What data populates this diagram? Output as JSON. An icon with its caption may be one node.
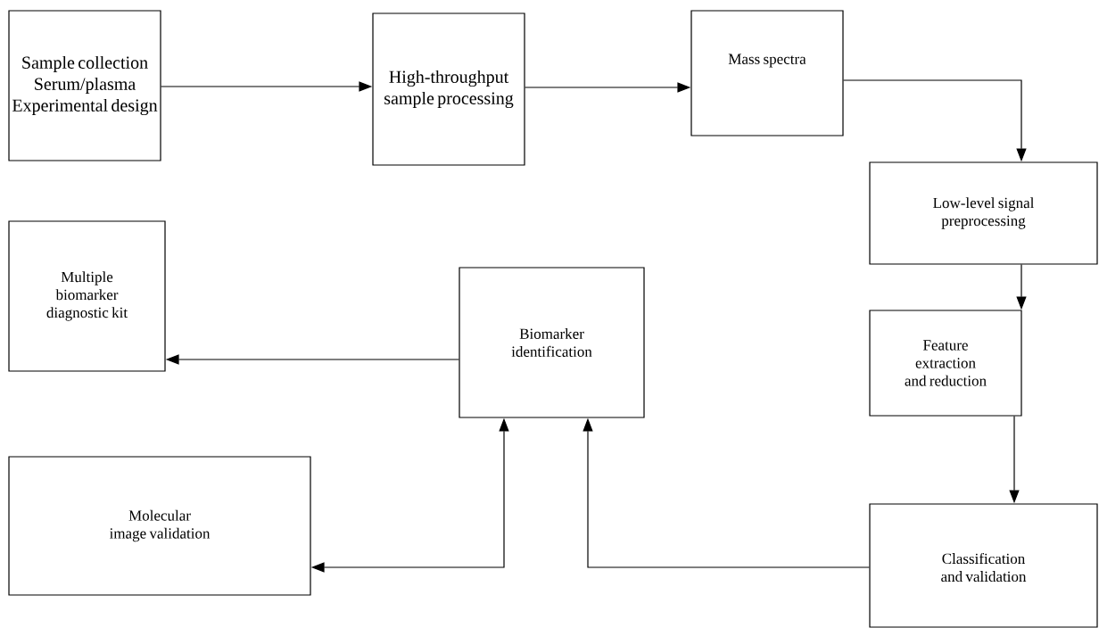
{
  "diagram": {
    "nodes": [
      {
        "text": [
          "Sample collection Serum/plasma Experimental design"
        ]
      },
      {
        "text": [
          "High-throughput sample processing"
        ]
      },
      {
        "text": [
          "Mass spectra"
        ]
      },
      {
        "text": [
          "Low-level signal preprocessing"
        ]
      },
      {
        "text": [
          "Feature extraction and reduction"
        ]
      },
      {
        "text": [
          "Classification and validation"
        ]
      },
      {
        "text": [
          "Biomarker identification"
        ]
      },
      {
        "text": [
          "Multiple biomarker diagnostic kit"
        ]
      },
      {
        "text": [
          "Molecular image validation"
        ]
      }
    ],
    "edges": [
      {
        "from": 0,
        "to": 1,
        "arrow": "to"
      },
      {
        "from": 1,
        "to": 2,
        "arrow": "to"
      },
      {
        "from": 2,
        "to": 3,
        "arrow": "to"
      },
      {
        "from": 3,
        "to": 4,
        "arrow": "to"
      },
      {
        "from": 4,
        "to": 5,
        "arrow": "to"
      },
      {
        "from": 6,
        "to": 7,
        "arrow": "to"
      },
      {
        "from": 5,
        "to": 6,
        "arrow": "to"
      },
      {
        "from": 8,
        "to": 6,
        "arrow": "both"
      }
    ]
  }
}
